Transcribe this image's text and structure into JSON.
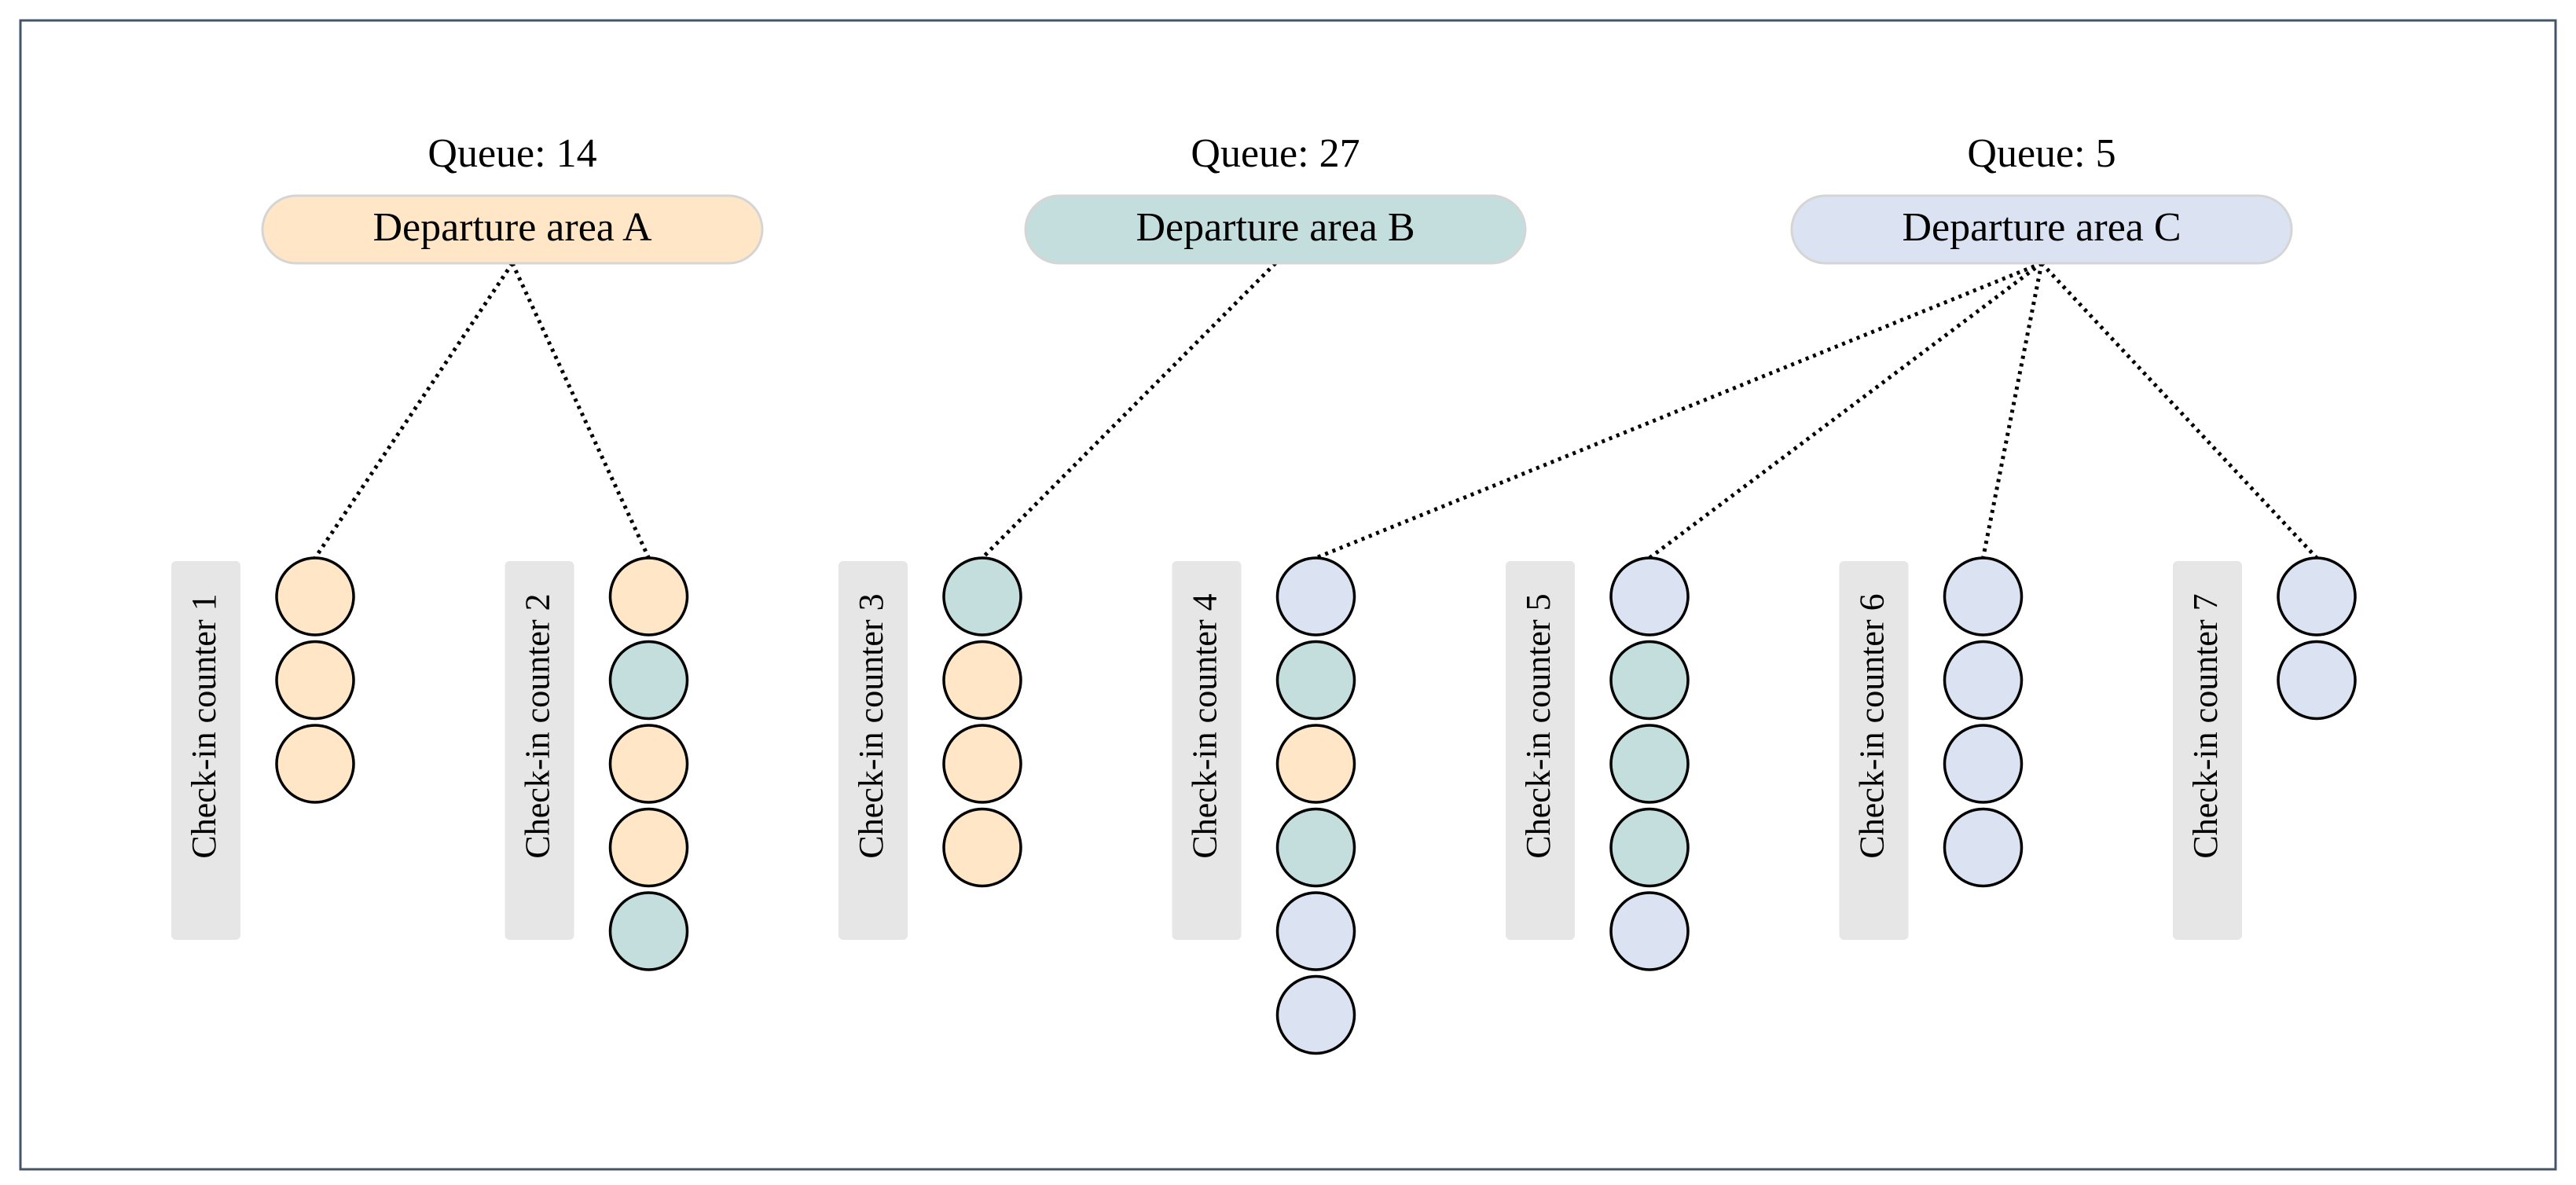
{
  "colors": {
    "A": "#ffe6c6",
    "B": "#c4dede",
    "C": "#dbe2f2"
  },
  "areas": [
    {
      "id": "A",
      "queue_label": "Queue: 14",
      "label": "Departure area A"
    },
    {
      "id": "B",
      "queue_label": "Queue: 27",
      "label": "Departure area B"
    },
    {
      "id": "C",
      "queue_label": "Queue: 5",
      "label": "Departure area C"
    }
  ],
  "counters": [
    {
      "label": "Check-in counter 1",
      "queue": [
        "A",
        "A",
        "A"
      ],
      "linked_area": "A"
    },
    {
      "label": "Check-in counter 2",
      "queue": [
        "A",
        "B",
        "A",
        "A",
        "B"
      ],
      "linked_area": "A"
    },
    {
      "label": "Check-in counter 3",
      "queue": [
        "B",
        "A",
        "A",
        "A"
      ],
      "linked_area": "B"
    },
    {
      "label": "Check-in counter 4",
      "queue": [
        "C",
        "B",
        "A",
        "B",
        "C",
        "C"
      ],
      "linked_area": "C"
    },
    {
      "label": "Check-in counter 5",
      "queue": [
        "C",
        "B",
        "B",
        "B",
        "C"
      ],
      "linked_area": "C"
    },
    {
      "label": "Check-in counter 6",
      "queue": [
        "C",
        "C",
        "C",
        "C"
      ],
      "linked_area": "C"
    },
    {
      "label": "Check-in counter 7",
      "queue": [
        "C",
        "C"
      ],
      "linked_area": "C"
    }
  ]
}
